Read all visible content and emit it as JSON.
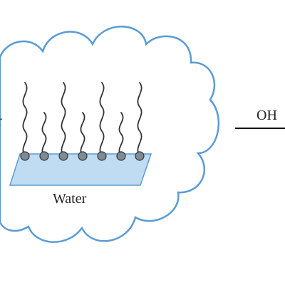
{
  "labels": {
    "left_fragment": "r",
    "water": "Water",
    "reagent_fragment": "OH"
  },
  "colors": {
    "cloud_outline": "#5b9bd5",
    "plate_fill": "#bfdcf2",
    "plate_edge": "#5b9bd5",
    "head_fill": "#7d8b94",
    "chain": "#333333",
    "arrow": "#111111",
    "text": "#222222"
  }
}
